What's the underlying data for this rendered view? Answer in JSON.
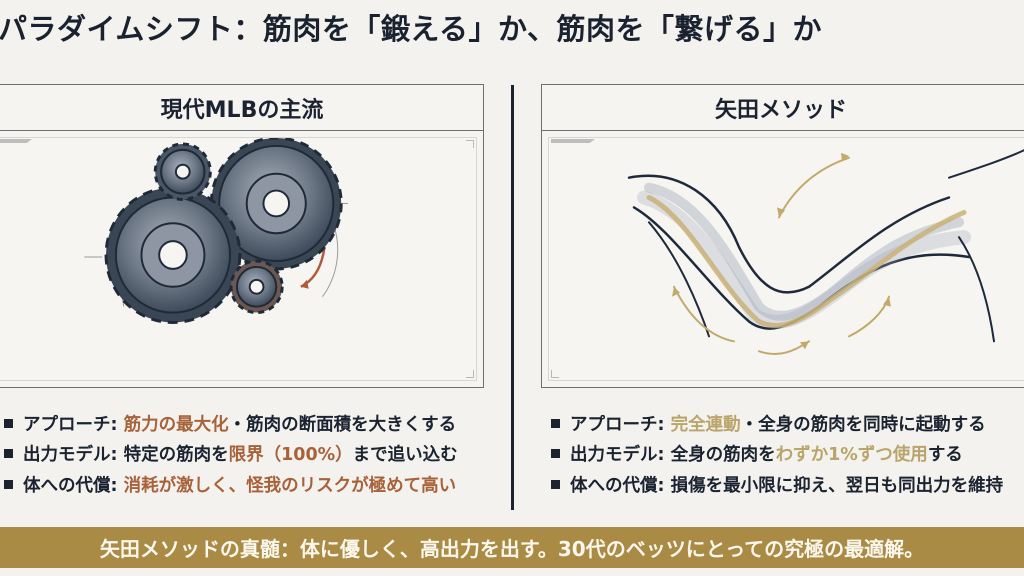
{
  "title": "パラダイムシフト：筋肉を「鍛える」か、筋肉を「繋げる」か",
  "colors": {
    "background": "#f3f2ee",
    "text": "#1b2331",
    "highlight_orange": "#a8623a",
    "highlight_gold": "#b9a46a",
    "banner": "#a98b46"
  },
  "left_panel": {
    "header": "現代MLBの主流",
    "illustration": "gears-icon",
    "bullets": [
      {
        "label": "アプローチ:",
        "highlight": "筋力の最大化",
        "rest_before": "",
        "rest": "・筋肉の断面積を大きくする"
      },
      {
        "label": "出力モデル:",
        "rest_before": "特定の筋肉を",
        "highlight": "限界（100%）",
        "rest": "まで追い込む"
      },
      {
        "label": "体への代償:",
        "rest_before": "",
        "highlight": "消耗が激しく、怪我のリスクが極めて高い",
        "rest": ""
      }
    ]
  },
  "right_panel": {
    "header": "矢田メソッド",
    "illustration": "connected-muscles-icon",
    "bullets": [
      {
        "label": "アプローチ:",
        "rest_before": "",
        "highlight": "完全連動",
        "rest": "・全身の筋肉を同時に起動する"
      },
      {
        "label": "出力モデル:",
        "rest_before": "全身の筋肉を",
        "highlight": "わずか1%ずつ使用",
        "rest": "する"
      },
      {
        "label": "体への代償:",
        "rest_before": "損傷を最小限に抑え、翌日も同出力を維持",
        "highlight": "",
        "rest": ""
      }
    ]
  },
  "banner": {
    "text": "矢田メソッドの真髄：体に優しく、高出力を出す。30代のベッツにとっての究極の最適解。"
  }
}
